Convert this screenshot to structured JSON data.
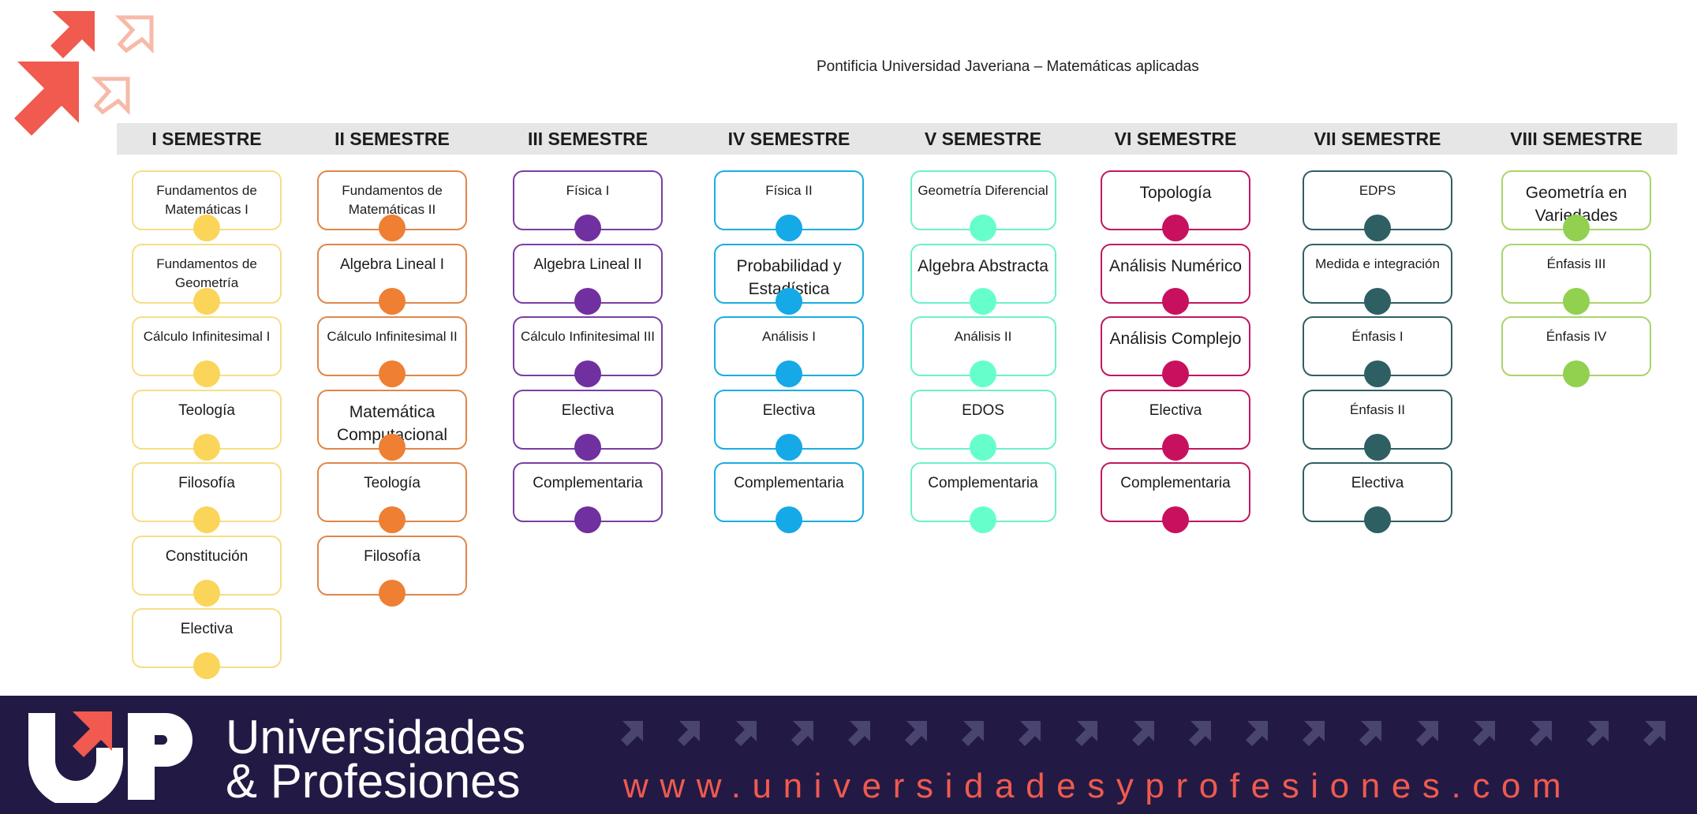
{
  "title": "Pontificia Universidad Javeriana – Matemáticas aplicadas",
  "colors": {
    "logo_arrow": "#f05a4f",
    "logo_arrow_light": "#f7b9a8",
    "header_band": "#e6e6e6",
    "footer_bg": "#221a44"
  },
  "semesters": [
    {
      "label": "I SEMESTRE",
      "color": "#f5de86",
      "dot": "#fbd55a",
      "courses": [
        "Fundamentos de Matemáticas I",
        "Fundamentos de Geometría",
        "Cálculo Infinitesimal I",
        "Teología",
        "Filosofía",
        "Constitución",
        "Electiva"
      ]
    },
    {
      "label": "II SEMESTRE",
      "color": "#e0874a",
      "dot": "#ee7f33",
      "courses": [
        "Fundamentos de Matemáticas II",
        "Algebra Lineal I",
        "Cálculo Infinitesimal II",
        "Matemática Computacional",
        "Teología",
        "Filosofía"
      ]
    },
    {
      "label": "III SEMESTRE",
      "color": "#7a3fa0",
      "dot": "#7030a0",
      "courses": [
        "Física I",
        "Algebra Lineal II",
        "Cálculo Infinitesimal III",
        "Electiva",
        "Complementaria"
      ]
    },
    {
      "label": "IV SEMESTRE",
      "color": "#1aaee0",
      "dot": "#15a9e8",
      "courses": [
        "Física II",
        "Probabilidad y Estadística",
        "Análisis I",
        "Electiva",
        "Complementaria"
      ]
    },
    {
      "label": "V SEMESTRE",
      "color": "#6ff0cc",
      "dot": "#66ffcc",
      "courses": [
        "Geometría Diferencial",
        "Algebra Abstracta",
        "Análisis II",
        "EDOS",
        "Complementaria"
      ]
    },
    {
      "label": "VI SEMESTRE",
      "color": "#c0185f",
      "dot": "#c8115e",
      "courses": [
        "Topología",
        "Análisis Numérico",
        "Análisis Complejo",
        "Electiva",
        "Complementaria"
      ]
    },
    {
      "label": "VII SEMESTRE",
      "color": "#2f5f66",
      "dot": "#2e5f63",
      "courses": [
        "EDPS",
        "Medida e integración",
        "Énfasis I",
        "Énfasis II",
        "Electiva"
      ]
    },
    {
      "label": "VIII SEMESTRE",
      "color": "#a9d56a",
      "dot": "#92d050",
      "courses": [
        "Geometría en Variedades",
        "Énfasis III",
        "Énfasis IV"
      ]
    }
  ],
  "footer": {
    "brand_line1": "Universidades",
    "brand_line2": "& Profesiones",
    "website": "www.universidadesyprofesiones.com"
  }
}
